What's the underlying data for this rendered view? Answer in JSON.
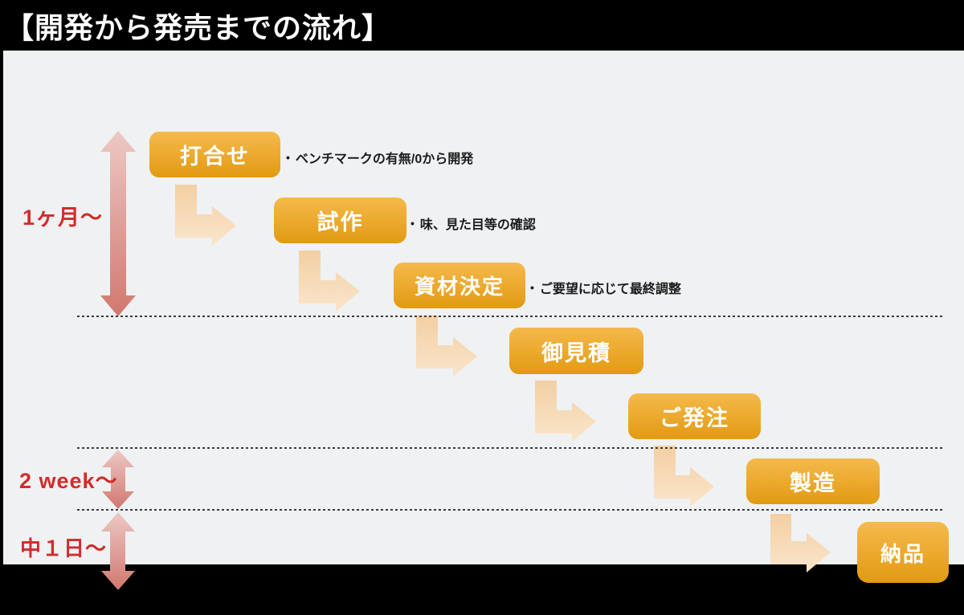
{
  "title": "【開発から発売までの流れ】",
  "bullet": "•",
  "diagram_type": "process-flow",
  "steps": [
    {
      "label": "打合せ",
      "note": "ベンチマークの有無/0から開発"
    },
    {
      "label": "試作",
      "note": "味、見た目等の確認"
    },
    {
      "label": "資材決定",
      "note": "ご要望に応じて最終調整"
    },
    {
      "label": "御見積",
      "note": ""
    },
    {
      "label": "ご発注",
      "note": ""
    },
    {
      "label": "製造",
      "note": ""
    },
    {
      "label": "納品",
      "note": ""
    }
  ],
  "durations": [
    {
      "label": "1ヶ月〜"
    },
    {
      "label": "2 week〜"
    },
    {
      "label": "中１日〜"
    }
  ],
  "colors": {
    "background": "#000000",
    "panel": "#EFF1F3",
    "box_gradient_top": "#F4BA4C",
    "box_gradient_bottom": "#E19A12",
    "elbow_arrow_light": "#FAE5CB",
    "elbow_arrow_dark": "#F3CFA3",
    "duration_arrow_light": "#EDC8C4",
    "duration_arrow_dark": "#D1786F",
    "accent_red": "#D32B2B",
    "divider": "#3B3B3B",
    "box_text": "#FFFFFF"
  }
}
